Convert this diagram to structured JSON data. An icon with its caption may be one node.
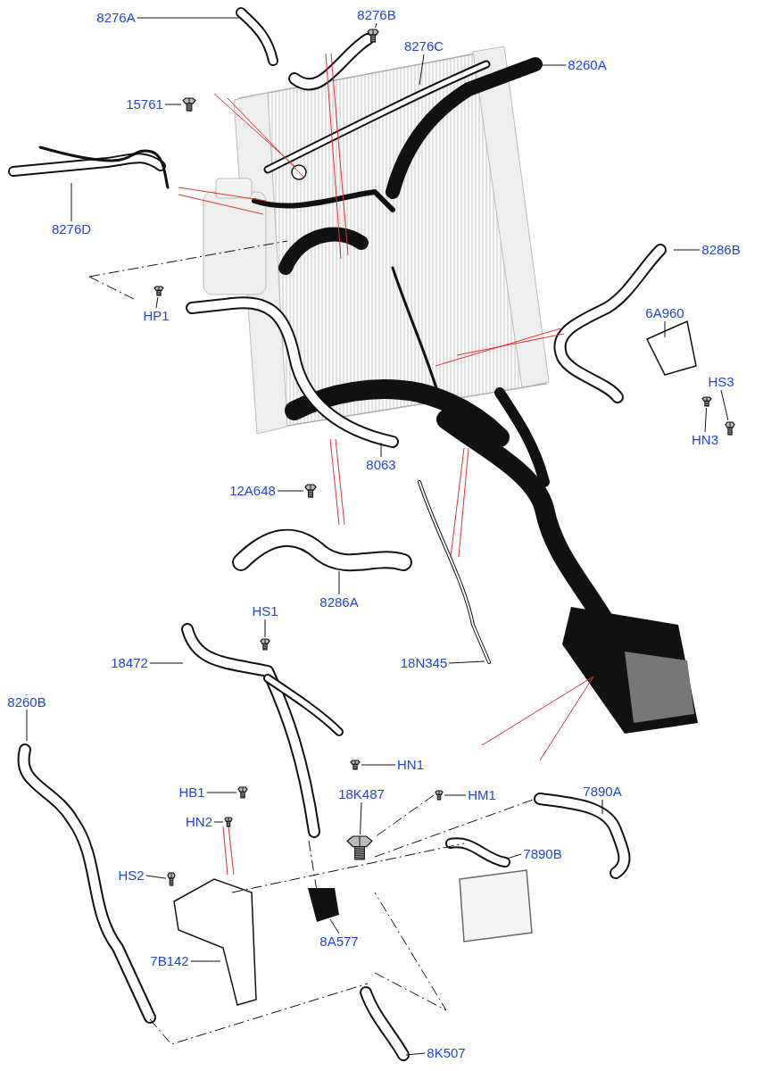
{
  "diagram": {
    "nodes": [
      {
        "text": [
          "8276A"
        ]
      },
      {
        "text": [
          "8276B"
        ]
      },
      {
        "text": [
          "8276C"
        ]
      },
      {
        "text": [
          "8260A"
        ]
      },
      {
        "text": [
          "15761"
        ]
      },
      {
        "text": [
          "8276D"
        ]
      },
      {
        "text": [
          "8286B"
        ]
      },
      {
        "text": [
          "6A960"
        ]
      },
      {
        "text": [
          "HP1"
        ]
      },
      {
        "text": [
          "HS3"
        ]
      },
      {
        "text": [
          "HN3"
        ]
      },
      {
        "text": [
          "8063"
        ]
      },
      {
        "text": [
          "12A648"
        ]
      },
      {
        "text": [
          "8286A"
        ]
      },
      {
        "text": [
          "HS1"
        ]
      },
      {
        "text": [
          "18472"
        ]
      },
      {
        "text": [
          "18N345"
        ]
      },
      {
        "text": [
          "8260B"
        ]
      },
      {
        "text": [
          "HN1"
        ]
      },
      {
        "text": [
          "HB1"
        ]
      },
      {
        "text": [
          "HN2"
        ]
      },
      {
        "text": [
          "HM1"
        ]
      },
      {
        "text": [
          "18K487"
        ]
      },
      {
        "text": [
          "7890A"
        ]
      },
      {
        "text": [
          "7890B"
        ]
      },
      {
        "text": [
          "HS2"
        ]
      },
      {
        "text": [
          "7B142"
        ]
      },
      {
        "text": [
          "8A577"
        ]
      },
      {
        "text": [
          "8K507"
        ]
      },
      {
        "text": [],
        "shape": "picture"
      },
      {
        "text": [],
        "shape": "picture"
      },
      {
        "text": [],
        "shape": "picture"
      },
      {
        "text": [],
        "shape": "picture"
      },
      {
        "text": [],
        "shape": "picture"
      },
      {
        "text": [],
        "shape": "picture"
      },
      {
        "text": [],
        "shape": "picture"
      },
      {
        "text": [],
        "shape": "picture"
      },
      {
        "text": [],
        "shape": "picture"
      },
      {
        "text": [],
        "shape": "picture"
      },
      {
        "text": [],
        "shape": "picture"
      },
      {
        "text": [],
        "shape": "picture"
      },
      {
        "text": [],
        "shape": "picture"
      }
    ],
    "edges": [
      {
        "from": 0,
        "to": null,
        "arrow": "none"
      },
      {
        "from": 1,
        "to": 29,
        "arrow": "none"
      },
      {
        "from": 2,
        "to": null,
        "arrow": "none"
      },
      {
        "from": 3,
        "to": null,
        "arrow": "none"
      },
      {
        "from": 4,
        "to": 30,
        "arrow": "none"
      },
      {
        "from": 5,
        "to": null,
        "arrow": "none"
      },
      {
        "from": 6,
        "to": null,
        "arrow": "none"
      },
      {
        "from": 7,
        "to": null,
        "arrow": "none"
      },
      {
        "from": 8,
        "to": 31,
        "arrow": "none"
      },
      {
        "from": 9,
        "to": 32,
        "arrow": "none"
      },
      {
        "from": 10,
        "to": 33,
        "arrow": "none"
      },
      {
        "from": 11,
        "to": null,
        "arrow": "none"
      },
      {
        "from": 12,
        "to": 34,
        "arrow": "none"
      },
      {
        "from": 13,
        "to": null,
        "arrow": "none"
      },
      {
        "from": 14,
        "to": 35,
        "arrow": "none"
      },
      {
        "from": 15,
        "to": null,
        "arrow": "none"
      },
      {
        "from": 16,
        "to": null,
        "arrow": "none"
      },
      {
        "from": 17,
        "to": null,
        "arrow": "none"
      },
      {
        "from": 18,
        "to": 36,
        "arrow": "none"
      },
      {
        "from": 19,
        "to": 37,
        "arrow": "none"
      },
      {
        "from": 20,
        "to": 38,
        "arrow": "none"
      },
      {
        "from": 21,
        "to": 39,
        "arrow": "none"
      },
      {
        "from": 22,
        "to": 40,
        "arrow": "none"
      },
      {
        "from": 23,
        "to": null,
        "arrow": "none"
      },
      {
        "from": 24,
        "to": null,
        "arrow": "none"
      },
      {
        "from": 25,
        "to": 41,
        "arrow": "none"
      },
      {
        "from": 26,
        "to": null,
        "arrow": "none"
      },
      {
        "from": 27,
        "to": null,
        "arrow": "none"
      },
      {
        "from": 28,
        "to": null,
        "arrow": "none"
      },
      {
        "from": 39,
        "to": 40,
        "arrow": "none",
        "style": "dashed"
      }
    ]
  }
}
